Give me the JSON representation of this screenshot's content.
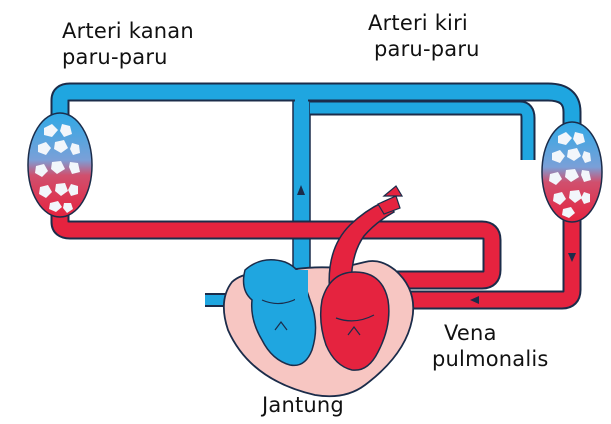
{
  "labels": {
    "right_artery_line1": "Arteri kanan",
    "right_artery_line2": "paru-paru",
    "left_artery_line1": "Arteri kiri",
    "left_artery_line2": "paru-paru",
    "pulmonary_vein_line1": "Vena",
    "pulmonary_vein_line2": "pulmonalis",
    "heart": "Jantung"
  },
  "colors": {
    "deoxygenated": "#1fa6e0",
    "oxygenated": "#e5233f",
    "vessel_outline": "#1b2c4a",
    "heart_outer": "#f7c6c2",
    "capillary_fill": "#f2f6fb"
  }
}
